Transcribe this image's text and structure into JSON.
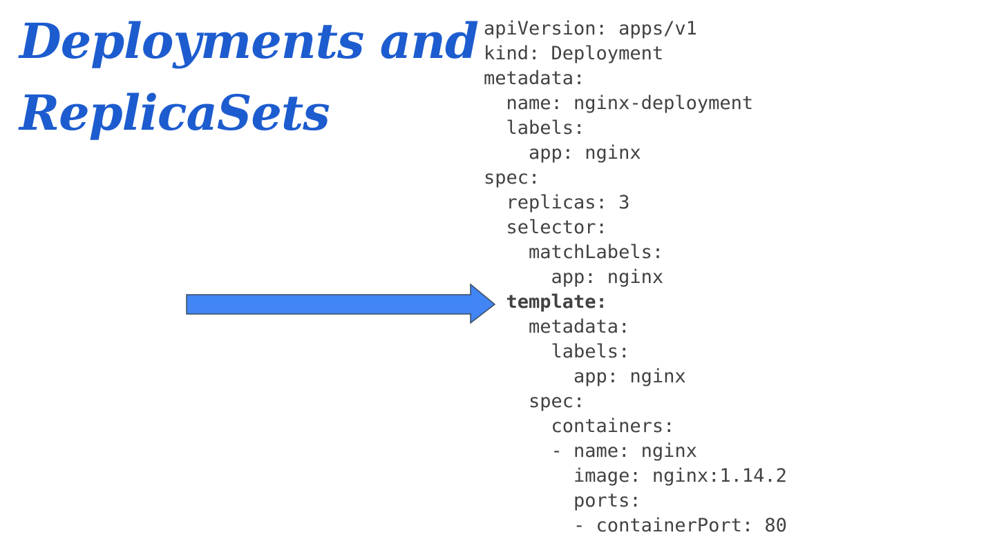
{
  "title": {
    "line1": "Deployments and",
    "line2": "ReplicaSets"
  },
  "colors": {
    "title": "#1d5ccf",
    "arrow_fill": "#4285f4",
    "arrow_stroke": "#3c4a5c",
    "code_text": "#424242"
  },
  "arrow": {
    "icon": "right-arrow",
    "points_to": "template:"
  },
  "code": {
    "lines": [
      {
        "text": "apiVersion: apps/v1"
      },
      {
        "text": "kind: Deployment"
      },
      {
        "text": "metadata:"
      },
      {
        "text": "  name: nginx-deployment"
      },
      {
        "text": "  labels:"
      },
      {
        "text": "    app: nginx"
      },
      {
        "text": "spec:"
      },
      {
        "text": "  replicas: 3"
      },
      {
        "text": "  selector:"
      },
      {
        "text": "    matchLabels:"
      },
      {
        "text": "      app: nginx"
      },
      {
        "text": "  template:",
        "emphasis": true
      },
      {
        "text": "    metadata:"
      },
      {
        "text": "      labels:"
      },
      {
        "text": "        app: nginx"
      },
      {
        "text": "    spec:"
      },
      {
        "text": "      containers:"
      },
      {
        "text": "      - name: nginx"
      },
      {
        "text": "        image: nginx:1.14.2"
      },
      {
        "text": "        ports:"
      },
      {
        "text": "        - containerPort: 80"
      }
    ]
  }
}
